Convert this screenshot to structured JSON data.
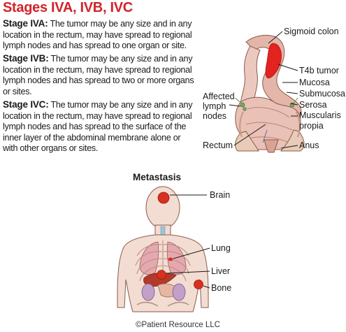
{
  "title": "Stages IVA, IVB, IVC",
  "stages": [
    {
      "label": "Stage IVA:",
      "text": "The tumor may be any size and in any location in the rectum, may have spread to regional lymph nodes and has spread to one organ or site."
    },
    {
      "label": "Stage IVB:",
      "text": "The tumor may be any size and in any location in the rectum, may have spread to regional lymph nodes and has spread to two or more organs or sites."
    },
    {
      "label": "Stage IVC:",
      "text": "The tumor may be any size and in any location in the rectum, may have spread to regional lymph nodes and has spread to the surface of the inner layer of the abdominal membrane alone or with other organs or sites."
    }
  ],
  "rectum_labels": {
    "sigmoid": "Sigmoid colon",
    "t4b": "T4b tumor",
    "mucosa": "Mucosa",
    "submucosa": "Submucosa",
    "serosa": "Serosa",
    "muscularis_1": "Muscularis",
    "muscularis_2": "propia",
    "affected_1": "Affected",
    "affected_2": "lymph",
    "affected_3": "nodes",
    "rectum": "Rectum",
    "anus": "Anus"
  },
  "metastasis": {
    "title": "Metastasis",
    "brain": "Brain",
    "lung": "Lung",
    "liver": "Liver",
    "bone": "Bone"
  },
  "credit": "©Patient Resource LLC",
  "colors": {
    "title": "#d2232a",
    "tumor": "#e3231f",
    "tissue": "#e9c1b6",
    "skin": "#f3ddd3",
    "outline": "#8b5a4a"
  }
}
